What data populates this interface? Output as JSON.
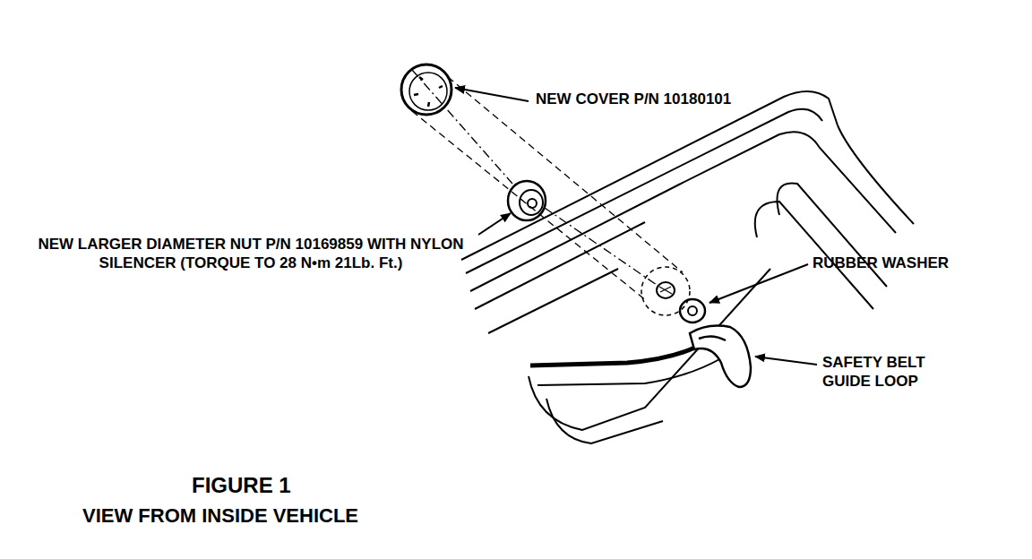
{
  "diagram": {
    "title": "FIGURE 1",
    "caption": "VIEW FROM INSIDE VEHICLE",
    "labels": [
      "NEW COVER P/N 10180101",
      "NEW LARGER DIAMETER NUT P/N 10169859 WITH NYLON SILENCER (TORQUE TO 28 N•m 21Lb. Ft.)",
      "RUBBER WASHER",
      "SAFETY BELT GUIDE LOOP"
    ]
  }
}
